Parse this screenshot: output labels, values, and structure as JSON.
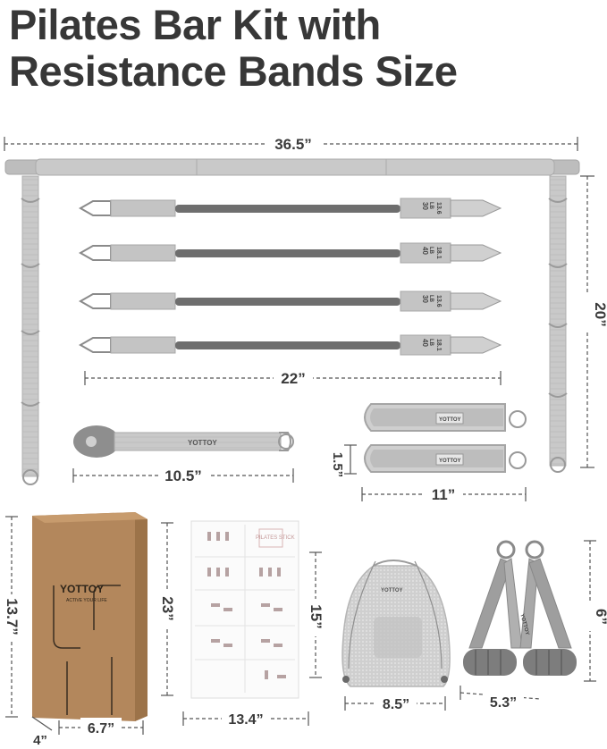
{
  "title": {
    "line1": "Pilates Bar Kit with",
    "line2": "Resistance Bands Size"
  },
  "dimensions": {
    "bar_length": "36.5”",
    "strap_height": "20”",
    "band_length": "22”",
    "door_anchor_length": "10.5”",
    "ankle_strap_width": "1.5”",
    "ankle_strap_length": "11”",
    "box_height": "13.7”",
    "box_width": "6.7”",
    "box_depth": "4”",
    "poster_height": "23”",
    "poster_width": "13.4”",
    "bag_height": "15”",
    "bag_width": "8.5”",
    "handle_height": "6”",
    "handle_width": "5.3”"
  },
  "bands": [
    {
      "resistance": "30",
      "unit": "LB",
      "kg": "13.6"
    },
    {
      "resistance": "40",
      "unit": "LB",
      "kg": "18.1"
    },
    {
      "resistance": "30",
      "unit": "LB",
      "kg": "13.6"
    },
    {
      "resistance": "40",
      "unit": "LB",
      "kg": "18.1"
    }
  ],
  "brand": {
    "name": "YOTTOY",
    "tagline": "ACTIVE YOUR LIFE"
  },
  "poster": {
    "heading": "PILATES STICK"
  },
  "colors": {
    "background": "#ffffff",
    "strap": "#c8c8c8",
    "band": "#6e6e6e",
    "box": "#b9895c",
    "text": "#373737"
  }
}
